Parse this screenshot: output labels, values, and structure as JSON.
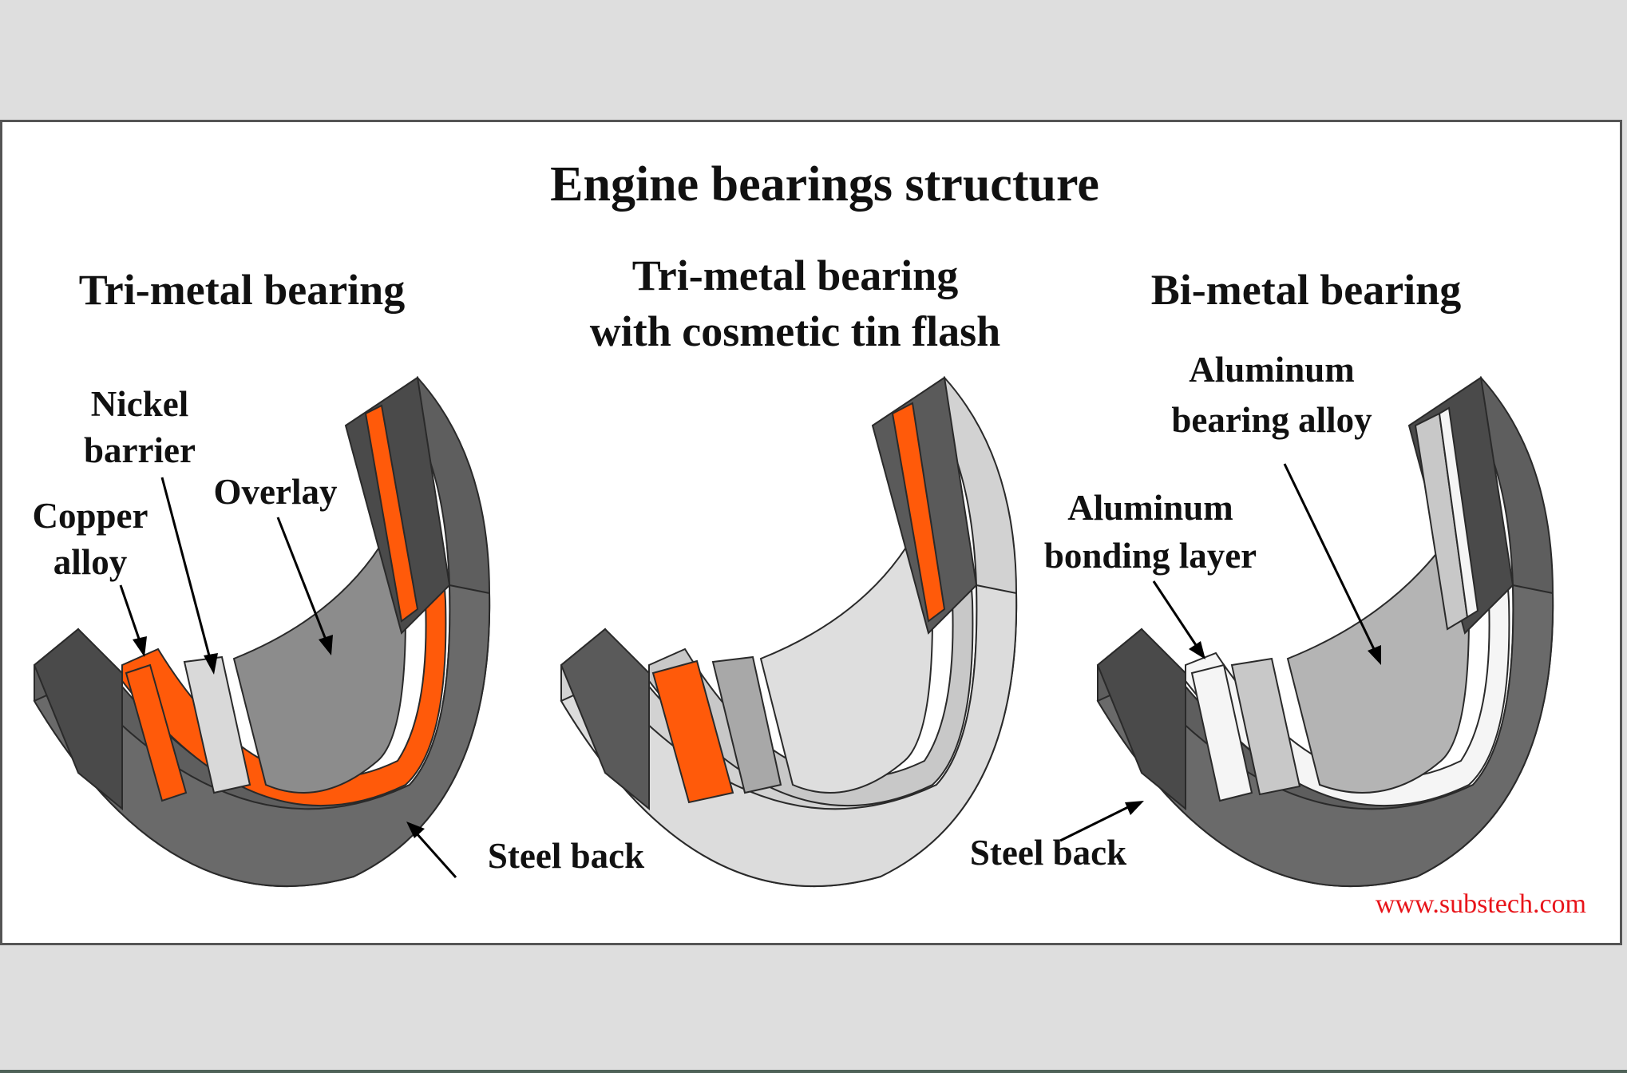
{
  "title": "Engine bearings structure",
  "panels": [
    {
      "header": [
        "Tri-metal bearing"
      ],
      "labels": {
        "nickel": [
          "Nickel",
          "barrier"
        ],
        "copper": [
          "Copper",
          "alloy"
        ],
        "overlay": [
          "Overlay"
        ],
        "steel": [
          "Steel back"
        ]
      }
    },
    {
      "header": [
        "Tri-metal bearing",
        "with cosmetic tin flash"
      ]
    },
    {
      "header": [
        "Bi-metal bearing"
      ],
      "labels": {
        "alloy": [
          "Aluminum",
          "bearing alloy"
        ],
        "bonding": [
          "Aluminum",
          "bonding layer"
        ],
        "steel": [
          "Steel back"
        ]
      }
    }
  ],
  "source": "www.substech.com",
  "colors": {
    "steel": "#5e5e5e",
    "steel_dark": "#454545",
    "copper": "#ff5a0a",
    "inner_gray": "#8c8c8c",
    "light_gray": "#d2d2d2",
    "aluminum_alloy": "#b4b4b4",
    "bonding": "#f5f5f5",
    "source_text": "#e8141a"
  }
}
